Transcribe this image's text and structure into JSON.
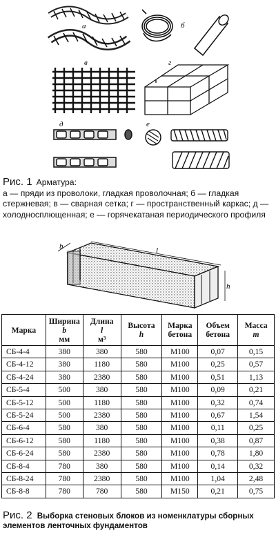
{
  "figure1": {
    "panel_labels": {
      "a": "а",
      "b": "б",
      "v": "в",
      "g": "г",
      "d": "д",
      "e": "е"
    },
    "caption_number": "Рис. 1",
    "caption_title": "Арматура:",
    "caption_text": "а — пряди из проволоки, гладкая проволочная; б — гладкая стержневая; в — сварная сетка; г — пространственный каркас; д — холодносплющенная; е — горячекатаная периодического профиля"
  },
  "figure2": {
    "dim_labels": {
      "b": "b",
      "l": "l",
      "h": "h"
    },
    "table": {
      "headers": [
        {
          "line1": "Марка",
          "line2": "",
          "unit": ""
        },
        {
          "line1": "Ширина",
          "line2": "b",
          "unit": "мм"
        },
        {
          "line1": "Длина",
          "line2": "l",
          "unit": "м³"
        },
        {
          "line1": "Высота",
          "line2": "h",
          "unit": ""
        },
        {
          "line1": "Марка",
          "line2": "бетона",
          "unit": ""
        },
        {
          "line1": "Объем",
          "line2": "бетона",
          "unit": ""
        },
        {
          "line1": "Масса",
          "line2": "m",
          "unit": ""
        }
      ],
      "rows": [
        [
          "СБ-4-4",
          "380",
          "380",
          "580",
          "М100",
          "0,07",
          "0,15"
        ],
        [
          "СБ-4-12",
          "380",
          "1180",
          "580",
          "М100",
          "0,25",
          "0,57"
        ],
        [
          "СБ-4-24",
          "380",
          "2380",
          "580",
          "М100",
          "0,51",
          "1,13"
        ],
        [
          "СБ-5-4",
          "500",
          "380",
          "580",
          "М100",
          "0,09",
          "0,21"
        ],
        [
          "СБ-5-12",
          "500",
          "1180",
          "580",
          "М100",
          "0,32",
          "0,74"
        ],
        [
          "СБ-5-24",
          "500",
          "2380",
          "580",
          "М100",
          "0,67",
          "1,54"
        ],
        [
          "СБ-6-4",
          "580",
          "380",
          "580",
          "М100",
          "0,11",
          "0,25"
        ],
        [
          "СБ-6-12",
          "580",
          "1180",
          "580",
          "М100",
          "0,38",
          "0,87"
        ],
        [
          "СБ-6-24",
          "580",
          "2380",
          "580",
          "М100",
          "0,78",
          "1,80"
        ],
        [
          "СБ-8-4",
          "780",
          "380",
          "580",
          "М100",
          "0,14",
          "0,32"
        ],
        [
          "СБ-8-24",
          "780",
          "2380",
          "580",
          "М100",
          "1,04",
          "2,48"
        ],
        [
          "СБ-8-8",
          "780",
          "780",
          "580",
          "М150",
          "0,21",
          "0,75"
        ]
      ]
    },
    "caption_number": "Рис. 2",
    "caption_title": "Выборка стеновых блоков из номенклатуры сборных элементов ленточных фундаментов"
  }
}
